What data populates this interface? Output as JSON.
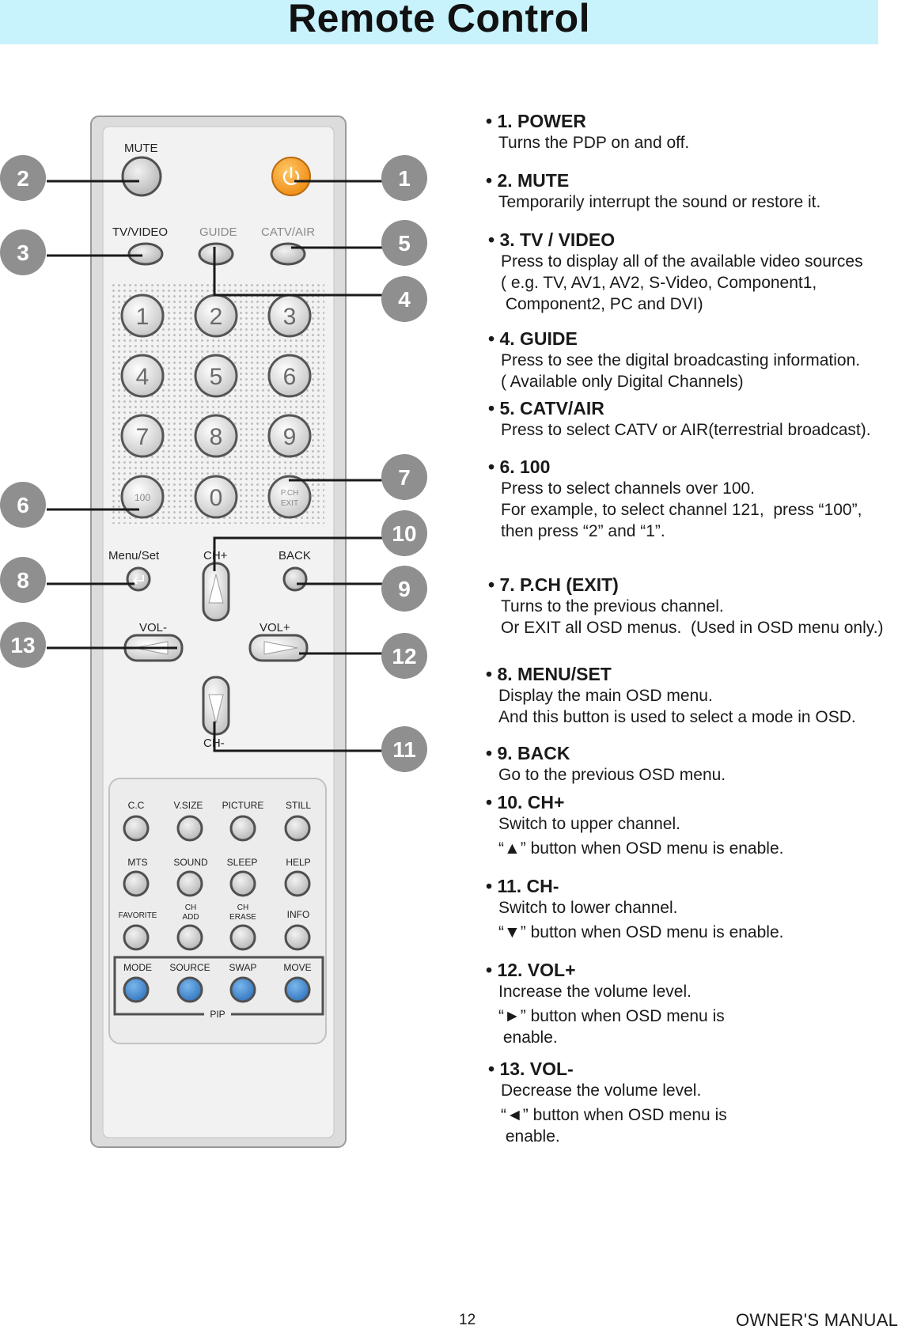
{
  "title": "Remote Control",
  "remote": {
    "labels": {
      "mute": "MUTE",
      "tv_video": "TV/VIDEO",
      "guide": "GUIDE",
      "catv_air": "CATV/AIR",
      "menu_set": "Menu/Set",
      "ch_plus": "CH+",
      "back": "BACK",
      "vol_minus": "VOL-",
      "vol_plus": "VOL+",
      "ch_minus": "CH-",
      "cc": "C.C",
      "vsize": "V.SIZE",
      "picture": "PICTURE",
      "still": "STILL",
      "mts": "MTS",
      "sound": "SOUND",
      "sleep": "SLEEP",
      "help": "HELP",
      "favorite": "FAVORITE",
      "ch_add_1": "CH",
      "ch_add_2": "ADD",
      "ch_erase_1": "CH",
      "ch_erase_2": "ERASE",
      "info": "INFO",
      "mode": "MODE",
      "source": "SOURCE",
      "swap": "SWAP",
      "move": "MOVE",
      "pip": "PIP",
      "hundred": "100",
      "pch_1": "P.CH",
      "pch_2": "EXIT"
    },
    "digits": [
      "1",
      "2",
      "3",
      "4",
      "5",
      "6",
      "7",
      "8",
      "9",
      "0"
    ],
    "colors": {
      "power": "#f39a1e",
      "pip_buttons": "#3d87cf",
      "callout": "#8f8f8f",
      "body": "#f0f0f0"
    }
  },
  "callouts": [
    "1",
    "2",
    "3",
    "4",
    "5",
    "6",
    "7",
    "8",
    "9",
    "10",
    "11",
    "12",
    "13"
  ],
  "descriptions": [
    {
      "head": "• 1. POWER",
      "lines": [
        "Turns the PDP on and off."
      ]
    },
    {
      "head": "• 2. MUTE",
      "lines": [
        "Temporarily interrupt the sound or restore it."
      ]
    },
    {
      "head": "• 3. TV / VIDEO",
      "lines": [
        "Press to display all of the available video sources",
        "( e.g. TV, AV1, AV2, S-Video, Component1,",
        " Component2, PC and DVI)"
      ]
    },
    {
      "head": "• 4. GUIDE",
      "lines": [
        "Press to see the digital broadcasting information.",
        "( Available only Digital Channels)"
      ]
    },
    {
      "head": "• 5. CATV/AIR",
      "lines": [
        "Press to select CATV or AIR(terrestrial broadcast)."
      ]
    },
    {
      "head": "• 6. 100",
      "lines": [
        "Press to select channels over 100.",
        "For example, to select channel 121,  press “100”,",
        "then press “2” and “1”."
      ]
    },
    {
      "head": "• 7. P.CH (EXIT)",
      "lines": [
        "Turns to the previous channel.",
        "Or EXIT all OSD menus.  (Used in OSD menu only.)"
      ]
    },
    {
      "head": "• 8. MENU/SET",
      "lines": [
        "Display the main OSD menu.",
        "And this button is used to select a mode in OSD."
      ]
    },
    {
      "head": "• 9. BACK",
      "lines": [
        "Go to the previous OSD menu."
      ]
    },
    {
      "head": "• 10. CH+",
      "lines": [
        "Switch to upper channel.",
        "“▲” button when OSD menu is enable."
      ]
    },
    {
      "head": "• 11. CH-",
      "lines": [
        "Switch to lower channel.",
        "“▼” button when OSD menu is enable."
      ]
    },
    {
      "head": "• 12. VOL+",
      "lines": [
        "Increase the volume level.",
        "“►” button when OSD menu is",
        " enable."
      ]
    },
    {
      "head": "• 13. VOL-",
      "lines": [
        "Decrease the volume level.",
        "“◄” button when OSD menu is",
        " enable."
      ]
    }
  ],
  "footer": {
    "page_number": "12",
    "manual": "OWNER'S MANUAL"
  }
}
